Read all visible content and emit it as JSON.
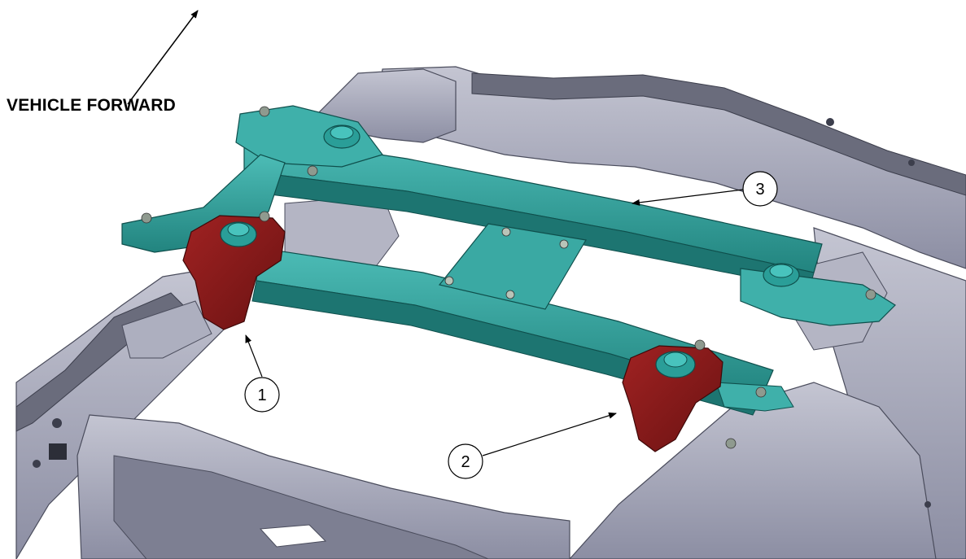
{
  "direction_label": "VEHICLE FORWARD",
  "callouts": [
    {
      "id": "1",
      "label": "1"
    },
    {
      "id": "2",
      "label": "2"
    },
    {
      "id": "3",
      "label": "3"
    }
  ],
  "colors": {
    "frame": "#9ea0b3",
    "frame_dark": "#5c5e70",
    "frame_light": "#c9cad6",
    "crossmember": "#2c9c98",
    "crossmember_dark": "#1b6e6b",
    "crossmember_light": "#4fc1bb",
    "bracket": "#8b1a1a",
    "bracket_dark": "#5e0f0f"
  }
}
